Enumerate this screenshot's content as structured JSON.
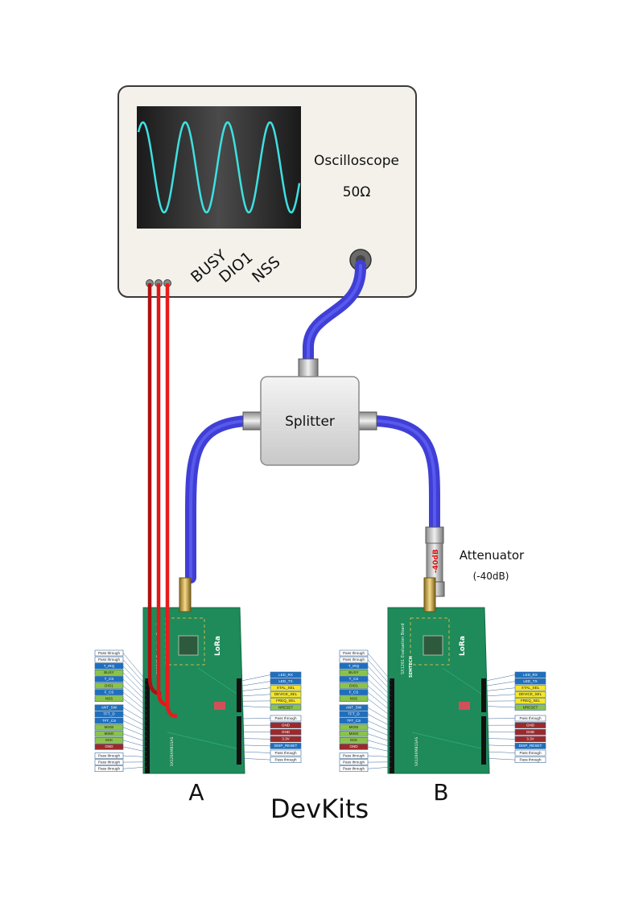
{
  "oscilloscope": {
    "title": "Oscilloscope",
    "impedance": "50Ω",
    "probe_labels": [
      "BUSY",
      "DIO1",
      "NSS"
    ]
  },
  "splitter": {
    "label": "Splitter"
  },
  "attenuator": {
    "label": "Attenuator",
    "value": "(-40dB)",
    "body_text": "-40dB"
  },
  "devkits": {
    "caption": "DevKits",
    "board_a_label": "A",
    "board_b_label": "B",
    "board_silkscreen": [
      "SX1261 Evaluation Board",
      "SX126XMB1SAS",
      "SEMTECH",
      "LoRa"
    ],
    "left_pins": [
      {
        "label": "Pass through",
        "color": "#ffffff"
      },
      {
        "label": "Pass through",
        "color": "#ffffff"
      },
      {
        "label": "T_IRQ",
        "color": "#1f6fbf"
      },
      {
        "label": "BUSY",
        "color": "#8bc34a"
      },
      {
        "label": "T_CS",
        "color": "#1f6fbf"
      },
      {
        "label": "DIO1",
        "color": "#8bc34a"
      },
      {
        "label": "F_CS",
        "color": "#1f6fbf"
      },
      {
        "label": "NSS",
        "color": "#8bc34a"
      },
      {
        "label": "ANT_SW",
        "color": "#1f6fbf"
      },
      {
        "label": "TFT_D",
        "color": "#1f6fbf"
      },
      {
        "label": "TFT_CS",
        "color": "#1f6fbf"
      },
      {
        "label": "MOSI",
        "color": "#8bc34a"
      },
      {
        "label": "MISO",
        "color": "#8bc34a"
      },
      {
        "label": "SCK",
        "color": "#8bc34a"
      },
      {
        "label": "GND",
        "color": "#9c2a2a"
      },
      {
        "label": "Pass through",
        "color": "#ffffff"
      },
      {
        "label": "Pass through",
        "color": "#ffffff"
      },
      {
        "label": "Pass through",
        "color": "#ffffff"
      }
    ],
    "right_pins_top": [
      {
        "label": "LED_RX",
        "color": "#1f6fbf"
      },
      {
        "label": "LED_TX",
        "color": "#1f6fbf"
      },
      {
        "label": "XTAL_SEL",
        "color": "#f5e62a"
      },
      {
        "label": "DEVICE_SEL",
        "color": "#f5e62a"
      },
      {
        "label": "FREQ_SEL",
        "color": "#f5e62a"
      },
      {
        "label": "NRESET",
        "color": "#8bc34a"
      }
    ],
    "right_pins_bottom": [
      {
        "label": "Pass through",
        "color": "#ffffff"
      },
      {
        "label": "GND",
        "color": "#9c2a2a"
      },
      {
        "label": "GND",
        "color": "#9c2a2a"
      },
      {
        "label": "3.3V",
        "color": "#9c2a2a"
      },
      {
        "label": "DISP_RESET",
        "color": "#1f6fbf"
      },
      {
        "label": "Pass through",
        "color": "#ffffff"
      },
      {
        "label": "Pass through",
        "color": "#ffffff"
      }
    ]
  }
}
